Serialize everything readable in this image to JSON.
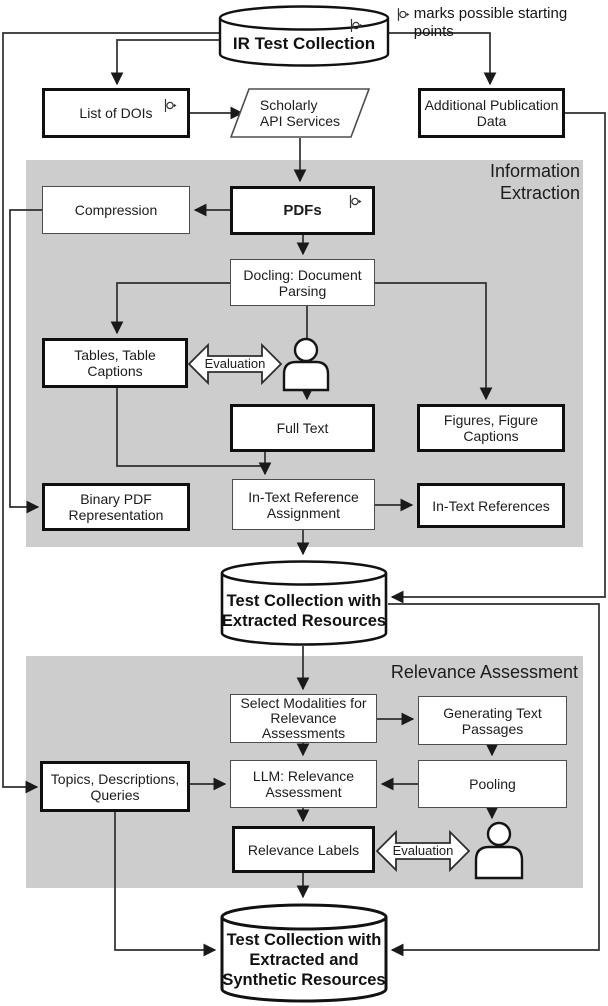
{
  "legend": {
    "text": "marks possible starting points"
  },
  "sections": {
    "information_extraction": {
      "label": "Information Extraction"
    },
    "relevance_assessment": {
      "label": "Relevance Assessment"
    }
  },
  "evaluation": {
    "extraction_label": "Evaluation",
    "assessment_label": "Evaluation"
  },
  "nodes": {
    "ir_test_collection": {
      "label": "IR Test Collection",
      "starting_point": true
    },
    "list_of_dois": {
      "label": "List of DOIs",
      "starting_point": true
    },
    "scholarly_api_services": {
      "label": "Scholarly\nAPI Services"
    },
    "additional_publication_data": {
      "label": "Additional Publication\nData"
    },
    "compression": {
      "label": "Compression"
    },
    "pdfs": {
      "label": "PDFs",
      "starting_point": true
    },
    "docling_parsing": {
      "label": "Docling: Document\nParsing"
    },
    "tables_captions": {
      "label": "Tables, Table\nCaptions"
    },
    "full_text": {
      "label": "Full Text"
    },
    "figures_captions": {
      "label": "Figures, Figure\nCaptions"
    },
    "binary_pdf": {
      "label": "Binary PDF\nRepresentation"
    },
    "intext_assignment": {
      "label": "In-Text Reference\nAssignment"
    },
    "intext_references": {
      "label": "In-Text References"
    },
    "test_collection_extracted": {
      "label": "Test Collection with\nExtracted Resources"
    },
    "select_modalities": {
      "label": "Select Modalities for\nRelevance\nAssessments"
    },
    "generating_passages": {
      "label": "Generating Text\nPassages"
    },
    "topics_queries": {
      "label": "Topics, Descriptions,\nQueries"
    },
    "llm_assessment": {
      "label": "LLM: Relevance\nAssessment"
    },
    "pooling": {
      "label": "Pooling"
    },
    "relevance_labels": {
      "label": "Relevance Labels"
    },
    "test_collection_synthetic": {
      "label": "Test Collection with\nExtracted and\nSynthetic Resources"
    }
  },
  "colors": {
    "section_bg": "#cdcdcd",
    "box_fill": "#ffffff",
    "stroke": "#1a1a1a"
  }
}
